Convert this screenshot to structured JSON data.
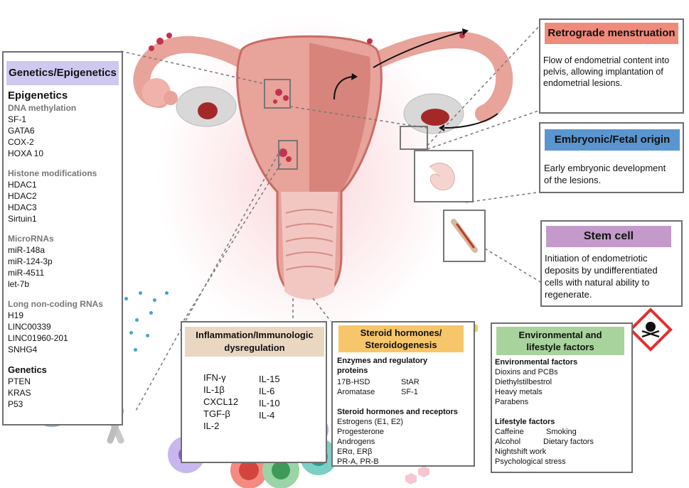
{
  "genetics": {
    "title": "Genetics/Epigenetics",
    "epigenetics_heading": "Epigenetics",
    "groups": [
      {
        "heading": "DNA methylation",
        "items": [
          "SF-1",
          "GATA6",
          "COX-2",
          "HOXA 10"
        ]
      },
      {
        "heading": "Histone modifications",
        "items": [
          "HDAC1",
          "HDAC2",
          "HDAC3",
          "Sirtuin1"
        ]
      },
      {
        "heading": "MicroRNAs",
        "items": [
          "miR-148a",
          "miR-124-3p",
          "miR-4511",
          "let-7b"
        ]
      },
      {
        "heading": "Long non-coding RNAs",
        "items": [
          "H19",
          "LINC00339",
          "LINC01960-201",
          "SNHG4"
        ]
      }
    ],
    "genetics_heading": "Genetics",
    "genetics_items": [
      "PTEN",
      "KRAS",
      "P53"
    ]
  },
  "retrograde": {
    "title": "Retrograde menstruation",
    "text": [
      "Flow of endometrial content into",
      "pelvis, allowing implantation of",
      "endometrial lesions."
    ]
  },
  "embryonic": {
    "title": "Embryonic/Fetal origin",
    "text": [
      "Early embryonic development",
      "of the lesions."
    ]
  },
  "stemcell": {
    "title": "Stem cell",
    "text": [
      "Initiation of endometriotic",
      "deposits by undifferentiated",
      "cells with natural ability to",
      "regenerate."
    ]
  },
  "inflammation": {
    "title": [
      "Inflammation/Immunologic",
      "dysregulation"
    ],
    "col1": [
      "IFN-γ",
      "IL-1β",
      "CXCL12",
      "TGF-β",
      "IL-2"
    ],
    "col2": [
      "IL-15",
      "IL-6",
      "IL-10",
      "IL-4"
    ]
  },
  "steroid": {
    "title": [
      "Steroid hormones/",
      "Steroidogenesis"
    ],
    "enzymes_heading": [
      "Enzymes and regulatory",
      "proteins"
    ],
    "enzymes_col1": [
      "17B-HSD",
      "Aromatase"
    ],
    "enzymes_col2": [
      "StAR",
      "SF-1"
    ],
    "receptors_heading": "Steroid hormones and receptors",
    "receptors": [
      "Estrogens (E1, E2)",
      "Progesterone",
      "Androgens",
      "ERα, ERβ",
      "PR-A, PR-B"
    ]
  },
  "environmental": {
    "title": [
      "Environmental and",
      "lifestyle factors"
    ],
    "env_heading": "Environmental factors",
    "env_items": [
      "Dioxins and PCBs",
      "Diethylstilbestrol",
      "Heavy metals",
      "Parabens"
    ],
    "life_heading": "Lifestyle factors",
    "life_rows": [
      [
        "Caffeine",
        "Smoking"
      ],
      [
        "Alcohol",
        "Dietary factors"
      ],
      [
        "Nightshift work",
        ""
      ],
      [
        "Psychological stress",
        ""
      ]
    ]
  },
  "colors": {
    "genetics_header": "#cfc8f0",
    "retrograde_header": "#f08a7a",
    "embryonic_header": "#5b95cf",
    "stemcell_header": "#c39ac9",
    "inflammation_header": "#ead7c2",
    "steroid_header": "#f7c66a",
    "environmental_header": "#a9d39c",
    "uterus": "#e8a39a",
    "uterus_dark": "#c96b64",
    "glow": "#f7b5bd"
  }
}
